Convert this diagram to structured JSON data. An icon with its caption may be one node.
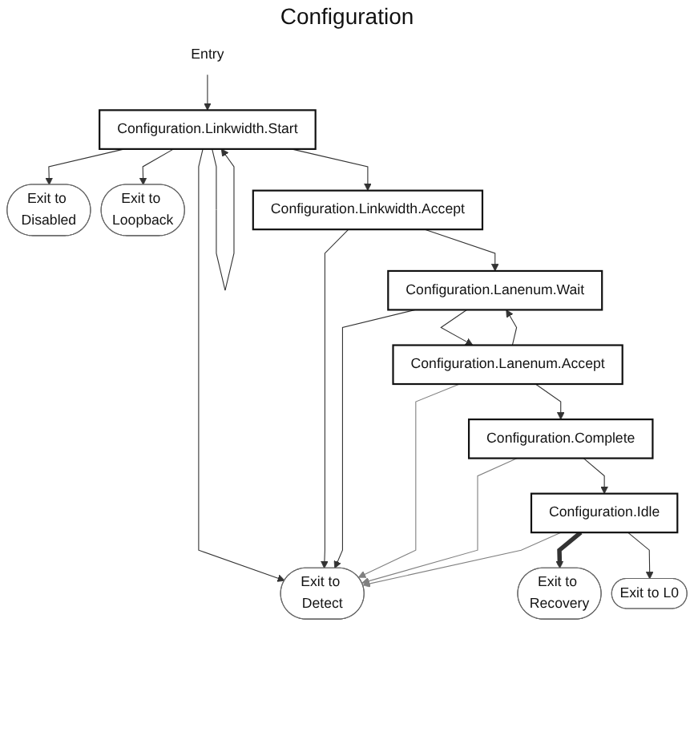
{
  "diagram": {
    "title": "Configuration",
    "nodes": [
      {
        "text": [
          "Entry"
        ]
      },
      {
        "text": [
          "Configuration.Linkwidth.Start"
        ]
      },
      {
        "text": [
          "Exit to Disabled"
        ]
      },
      {
        "text": [
          "Exit to Loopback"
        ]
      },
      {
        "text": [
          "Configuration.Linkwidth.Accept"
        ]
      },
      {
        "text": [
          "Exit to Detect"
        ]
      },
      {
        "text": [
          "Configuration.Lanenum.Wait"
        ]
      },
      {
        "text": [
          "Configuration.Lanenum.Accept"
        ]
      },
      {
        "text": [
          "Configuration.Complete"
        ]
      },
      {
        "text": [
          "Configuration.Idle"
        ]
      },
      {
        "text": [
          "Exit to Recovery"
        ]
      },
      {
        "text": [
          "Exit to L0"
        ]
      }
    ],
    "edges": [
      {
        "from": 0,
        "to": 1,
        "arrow": "to"
      },
      {
        "from": 1,
        "to": 2,
        "arrow": "to"
      },
      {
        "from": 1,
        "to": 3,
        "arrow": "to"
      },
      {
        "from": 1,
        "to": 1,
        "arrow": "to"
      },
      {
        "from": 1,
        "to": 4,
        "arrow": "to"
      },
      {
        "from": 1,
        "to": 5,
        "arrow": "to"
      },
      {
        "from": 4,
        "to": 5,
        "arrow": "to"
      },
      {
        "from": 4,
        "to": 6,
        "arrow": "to"
      },
      {
        "from": 6,
        "to": 5,
        "arrow": "to"
      },
      {
        "from": 6,
        "to": 7,
        "arrow": "to"
      },
      {
        "from": 7,
        "to": 6,
        "arrow": "to"
      },
      {
        "from": 7,
        "to": 5,
        "arrow": "to",
        "color": "#808080"
      },
      {
        "from": 7,
        "to": 8,
        "arrow": "to"
      },
      {
        "from": 8,
        "to": 5,
        "arrow": "to",
        "color": "#808080"
      },
      {
        "from": 8,
        "to": 9,
        "arrow": "to"
      },
      {
        "from": 9,
        "to": 5,
        "arrow": "to",
        "color": "#808080"
      },
      {
        "from": 9,
        "to": 10,
        "arrow": "to",
        "style": "thick"
      },
      {
        "from": 9,
        "to": 11,
        "arrow": "to"
      }
    ]
  }
}
